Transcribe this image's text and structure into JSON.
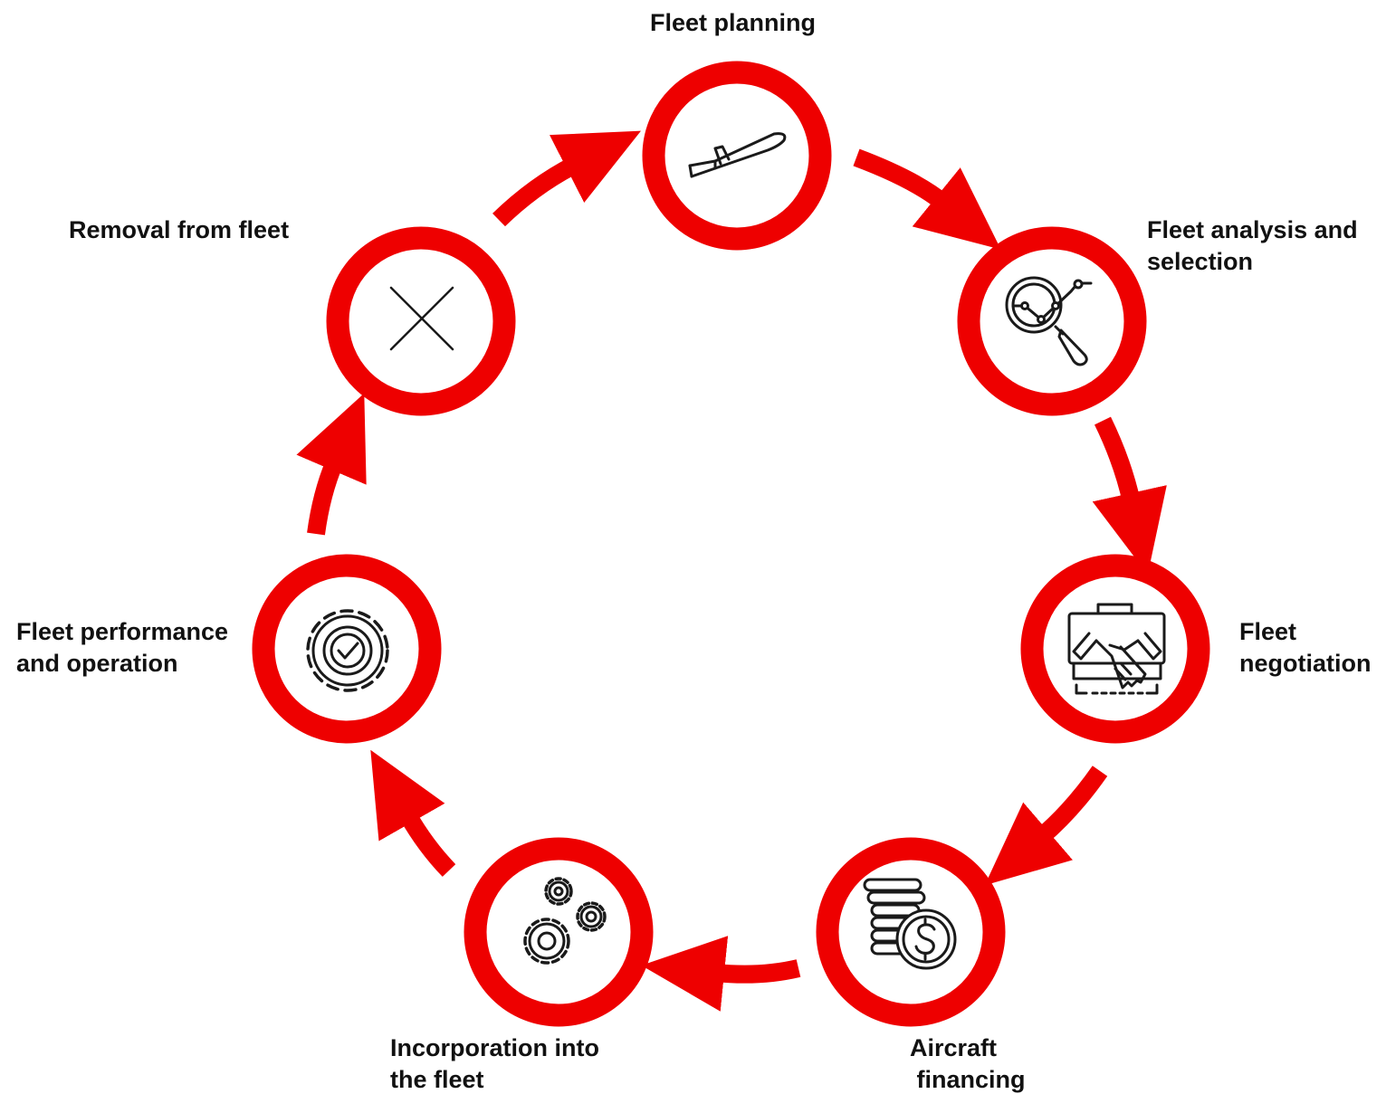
{
  "colors": {
    "accent": "#ee0000",
    "icon": "#1a1a1a",
    "text": "#111111",
    "background": "#ffffff"
  },
  "steps": [
    {
      "lines": [
        "Fleet planning"
      ],
      "icon": "airplane-icon"
    },
    {
      "lines": [
        "Fleet analysis and",
        "selection"
      ],
      "icon": "magnifier-chart-icon"
    },
    {
      "lines": [
        "Fleet",
        "negotiation"
      ],
      "icon": "briefcase-handshake-icon"
    },
    {
      "lines": [
        "Aircraft",
        " financing"
      ],
      "icon": "coins-dollar-icon"
    },
    {
      "lines": [
        "Incorporation into",
        "the fleet"
      ],
      "icon": "gears-icon"
    },
    {
      "lines": [
        "Fleet performance",
        "and operation"
      ],
      "icon": "gear-check-icon"
    },
    {
      "lines": [
        "Removal from fleet"
      ],
      "icon": "close-icon"
    }
  ]
}
